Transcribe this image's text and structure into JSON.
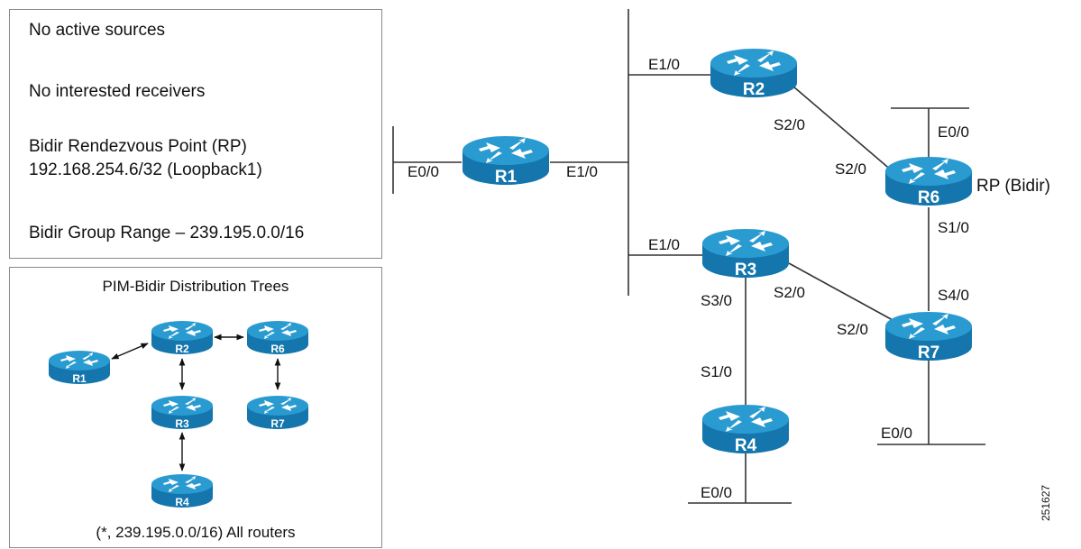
{
  "info_box": {
    "sources": "No active sources",
    "receivers": "No interested receivers",
    "rp_title": "Bidir Rendezvous Point (RP)",
    "rp_address": "192.168.254.6/32 (Loopback1)",
    "group_range": "Bidir Group Range – 239.195.0.0/16"
  },
  "tree_box": {
    "title": "PIM-Bidir Distribution Trees",
    "caption": "(*, 239.195.0.0/16) All routers",
    "routers": {
      "r1": "R1",
      "r2": "R2",
      "r3": "R3",
      "r4": "R4",
      "r6": "R6",
      "r7": "R7"
    }
  },
  "topology": {
    "routers": {
      "r1": "R1",
      "r2": "R2",
      "r3": "R3",
      "r4": "R4",
      "r6": "R6",
      "r7": "R7"
    },
    "interfaces": {
      "r1_e00": "E0/0",
      "r1_e10": "E1/0",
      "r2_e10": "E1/0",
      "r2_s20": "S2/0",
      "r3_e10": "E1/0",
      "r3_s20": "S2/0",
      "r3_s30": "S3/0",
      "r4_s10": "S1/0",
      "r4_e00": "E0/0",
      "r6_e00": "E0/0",
      "r6_s20": "S2/0",
      "r6_s10": "S1/0",
      "r7_s40": "S4/0",
      "r7_s20": "S2/0",
      "r7_e00": "E0/0"
    },
    "rp_label": "RP (Bidir)",
    "figure_id": "251627"
  },
  "colors": {
    "router_top": "#2a9bd1",
    "router_body": "#1476ad",
    "line": "#333333"
  }
}
